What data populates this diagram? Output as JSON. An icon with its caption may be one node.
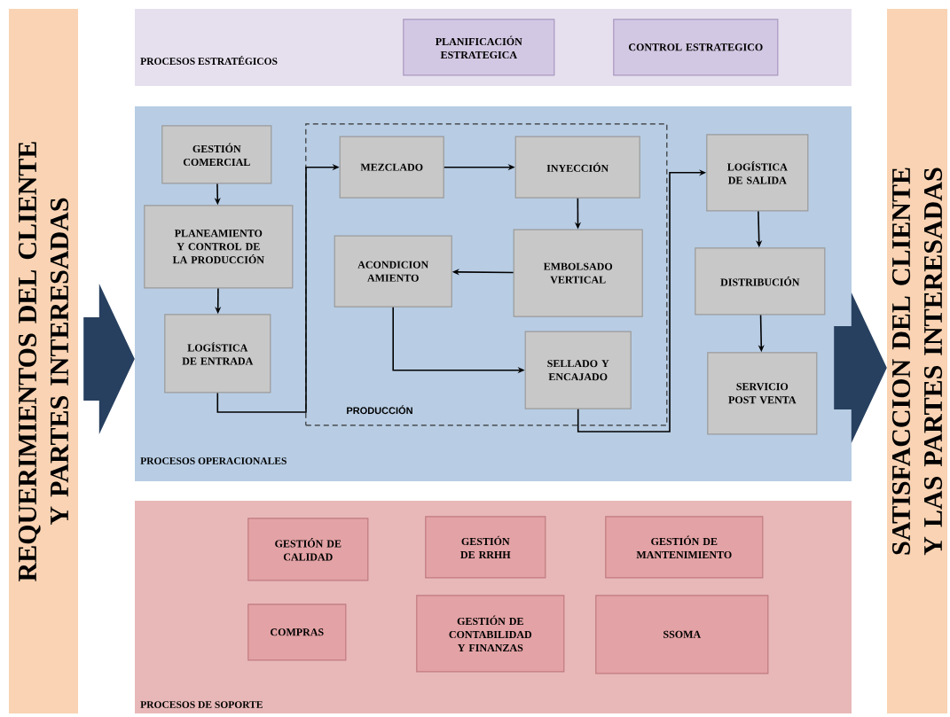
{
  "diagram": {
    "nodes": [
      {
        "text": [
          "REQUERIMIENTOS DEL CLIENTE Y PARTES INTERESADAS"
        ]
      },
      {
        "text": [
          "PROCESOS ESTRATÉGICOS"
        ]
      },
      {
        "text": [
          "PLANIFICACIÓN ESTRATEGICA"
        ],
        "in": 1
      },
      {
        "text": [
          "CONTROL ESTRATEGICO"
        ],
        "in": 1
      },
      {
        "text": [
          "PROCESOS OPERACIONALES"
        ]
      },
      {
        "text": [
          "GESTIÓN COMERCIAL"
        ],
        "in": 4
      },
      {
        "text": [
          "PLANEAMIENTO Y CONTROL DE LA PRODUCCIÓN"
        ],
        "in": 4
      },
      {
        "text": [
          "LOGÍSTICA DE ENTRADA"
        ],
        "in": 4
      },
      {
        "text": [
          "PRODUCCIÓN"
        ],
        "in": 4
      },
      {
        "text": [
          "MEZCLADO"
        ],
        "in": 8
      },
      {
        "text": [
          "INYECCIÓN"
        ],
        "in": 8
      },
      {
        "text": [
          "ACONDICION AMIENTO"
        ],
        "in": 8
      },
      {
        "text": [
          "EMBOLSADO VERTICAL"
        ],
        "in": 8
      },
      {
        "text": [
          "SELLADO Y ENCAJADO"
        ],
        "in": 8
      },
      {
        "text": [
          "LOGÍSTICA DE SALIDA"
        ],
        "in": 4
      },
      {
        "text": [
          "DISTRIBUCIÓN"
        ],
        "in": 4
      },
      {
        "text": [
          "SERVICIO POST VENTA"
        ],
        "in": 4
      },
      {
        "text": [
          "PROCESOS DE SOPORTE"
        ]
      },
      {
        "text": [
          "GESTIÓN DE CALIDAD"
        ],
        "in": 17
      },
      {
        "text": [
          "GESTIÓN DE RRHH"
        ],
        "in": 17
      },
      {
        "text": [
          "GESTIÓN DE MANTENIMIENTO"
        ],
        "in": 17
      },
      {
        "text": [
          "COMPRAS"
        ],
        "in": 17
      },
      {
        "text": [
          "GESTIÓN DE CONTABILIDAD Y FINANZAS"
        ],
        "in": 17
      },
      {
        "text": [
          "SSOMA"
        ],
        "in": 17
      },
      {
        "text": [
          "SATISFACCION DEL CLIENTE Y LAS PARTES INTERESADAS"
        ]
      }
    ],
    "edges": [
      {
        "from": 5,
        "to": 6,
        "arrow": "to"
      },
      {
        "from": 6,
        "to": 7,
        "arrow": "to"
      },
      {
        "from": 7,
        "to": 9,
        "arrow": "to"
      },
      {
        "from": 9,
        "to": 10,
        "arrow": "to"
      },
      {
        "from": 10,
        "to": 12,
        "arrow": "to"
      },
      {
        "from": 12,
        "to": 11,
        "arrow": "to"
      },
      {
        "from": 11,
        "to": 13,
        "arrow": "to"
      },
      {
        "from": 13,
        "to": 14,
        "arrow": "to"
      },
      {
        "from": 14,
        "to": 15,
        "arrow": "to"
      },
      {
        "from": 15,
        "to": 16,
        "arrow": "to"
      },
      {
        "from": 0,
        "to": 4,
        "arrow": "to",
        "style": "thick",
        "color": "#27405f"
      },
      {
        "from": 4,
        "to": 24,
        "arrow": "to",
        "style": "thick",
        "color": "#27405f"
      }
    ]
  }
}
